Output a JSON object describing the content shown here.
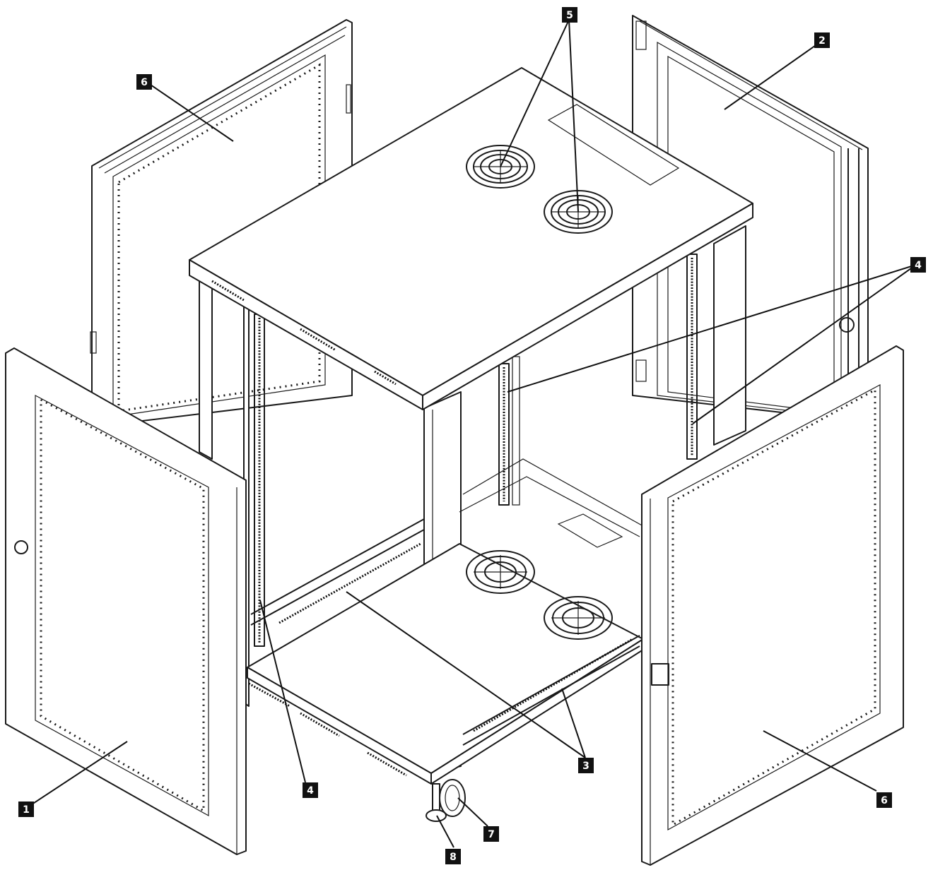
{
  "callouts": [
    {
      "id": "callout-1",
      "text": "1"
    },
    {
      "id": "callout-2",
      "text": "2"
    },
    {
      "id": "callout-3",
      "text": "3"
    },
    {
      "id": "callout-4-right",
      "text": "4"
    },
    {
      "id": "callout-4-bottom",
      "text": "4"
    },
    {
      "id": "callout-5",
      "text": "5"
    },
    {
      "id": "callout-6-left",
      "text": "6"
    },
    {
      "id": "callout-6-right",
      "text": "6"
    },
    {
      "id": "callout-7",
      "text": "7"
    },
    {
      "id": "callout-8",
      "text": "8"
    }
  ]
}
